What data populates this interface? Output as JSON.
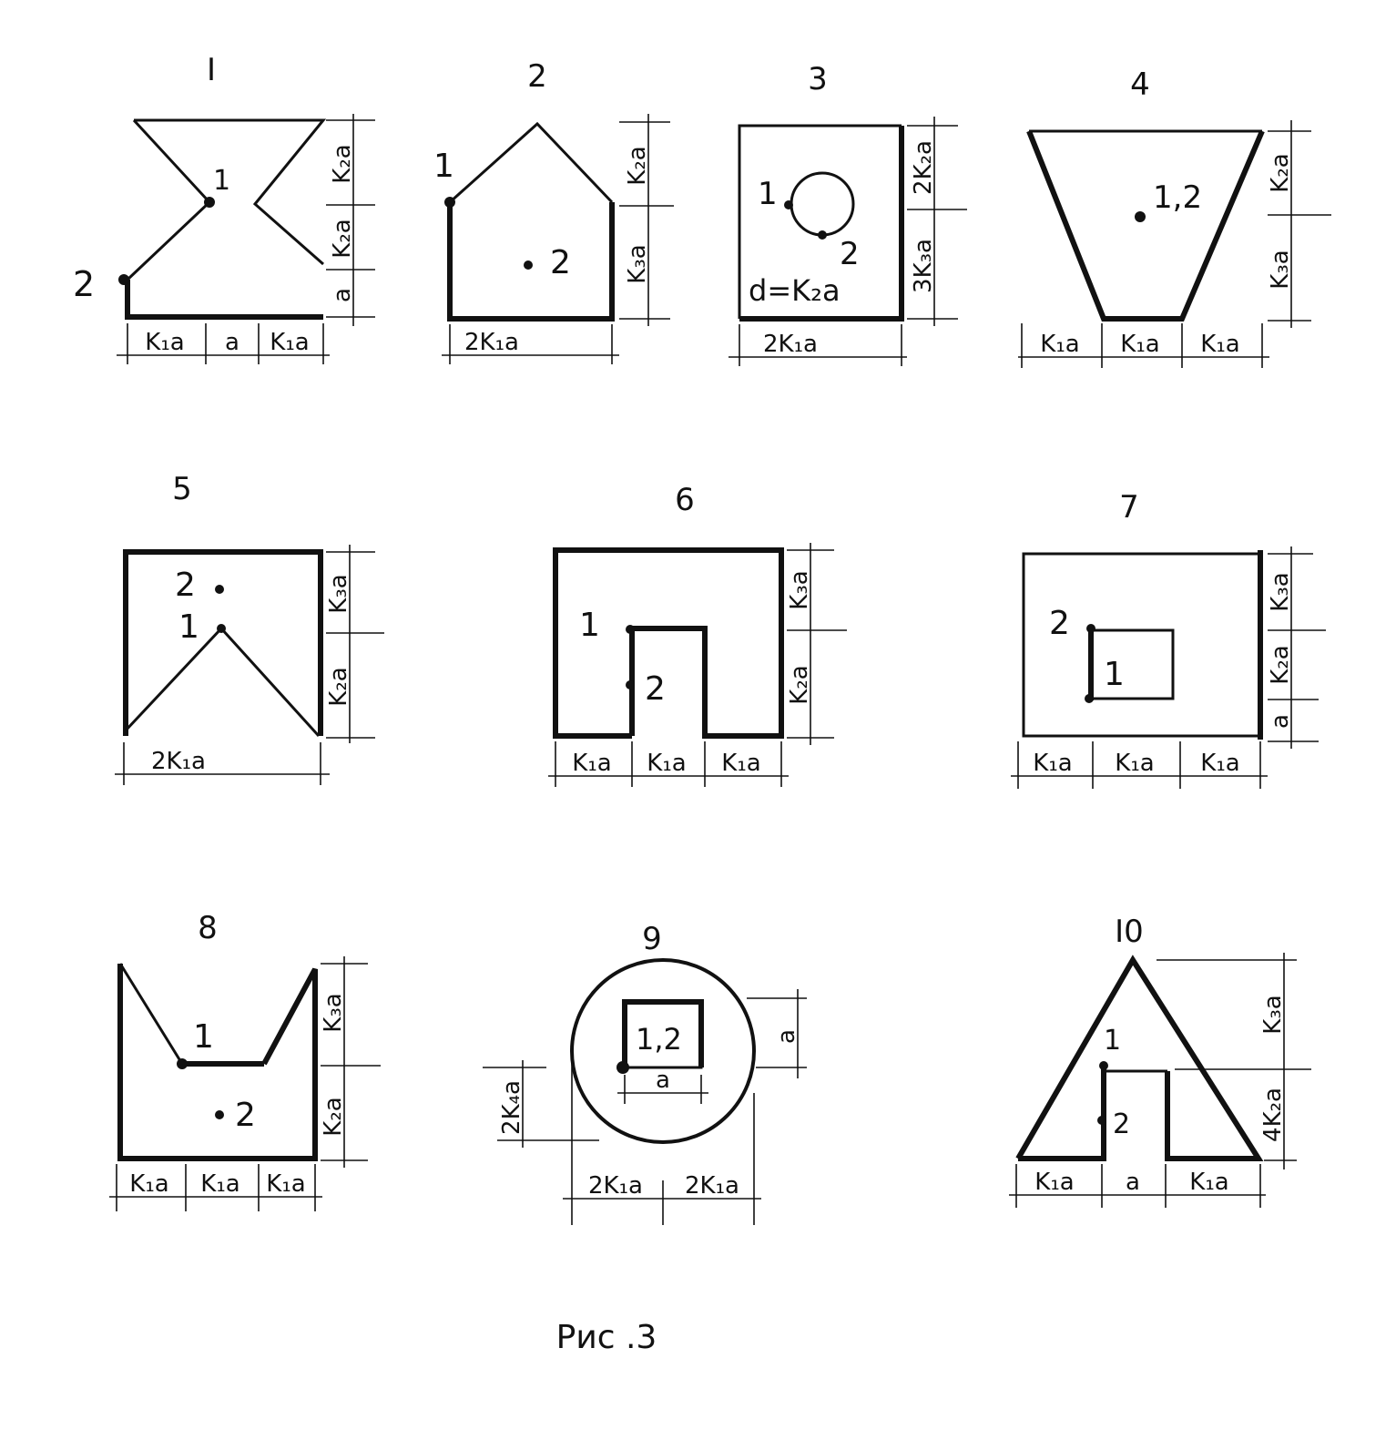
{
  "figures": [
    {
      "number": "I",
      "points": [
        "1",
        "2"
      ],
      "dims_h": [
        "K₁a",
        "a",
        "K₁a"
      ],
      "dims_v": [
        "K₂a",
        "K₂a",
        "a"
      ]
    },
    {
      "number": "2",
      "points": [
        "1",
        "2"
      ],
      "dims_h": [
        "2K₁a"
      ],
      "dims_v": [
        "K₂a",
        "K₃a"
      ]
    },
    {
      "number": "3",
      "points": [
        "1",
        "2"
      ],
      "dims_h": [
        "2K₁a"
      ],
      "dims_v": [
        "2K₂a",
        "3K₃a"
      ],
      "note": "d=K₂a"
    },
    {
      "number": "4",
      "points": [
        "1,2"
      ],
      "dims_h": [
        "K₁a",
        "K₁a",
        "K₁a"
      ],
      "dims_v": [
        "K₂a",
        "K₃a"
      ]
    },
    {
      "number": "5",
      "points": [
        "1",
        "2"
      ],
      "dims_h": [
        "2K₁a"
      ],
      "dims_v": [
        "K₃a",
        "K₂a"
      ]
    },
    {
      "number": "6",
      "points": [
        "1",
        "2"
      ],
      "dims_h": [
        "K₁a",
        "K₁a",
        "K₁a"
      ],
      "dims_v": [
        "K₃a",
        "K₂a"
      ]
    },
    {
      "number": "7",
      "points": [
        "2",
        "1"
      ],
      "dims_h": [
        "K₁a",
        "K₁a",
        "K₁a"
      ],
      "dims_v": [
        "K₃a",
        "K₂a",
        "a"
      ]
    },
    {
      "number": "8",
      "points": [
        "1",
        "2"
      ],
      "dims_h": [
        "K₁a",
        "K₁a",
        "K₁a"
      ],
      "dims_v": [
        "K₃a",
        "K₂a"
      ]
    },
    {
      "number": "9",
      "points": [
        "1,2"
      ],
      "dims_h": [
        "2K₁a",
        "2K₁a"
      ],
      "dims_v": [
        "2K₄a",
        "a"
      ],
      "inner": "a"
    },
    {
      "number": "I0",
      "points": [
        "1",
        "2"
      ],
      "dims_h": [
        "K₁a",
        "a",
        "K₁a"
      ],
      "dims_v": [
        "K₃a",
        "4K₂a"
      ]
    }
  ],
  "caption": "Рис .3"
}
